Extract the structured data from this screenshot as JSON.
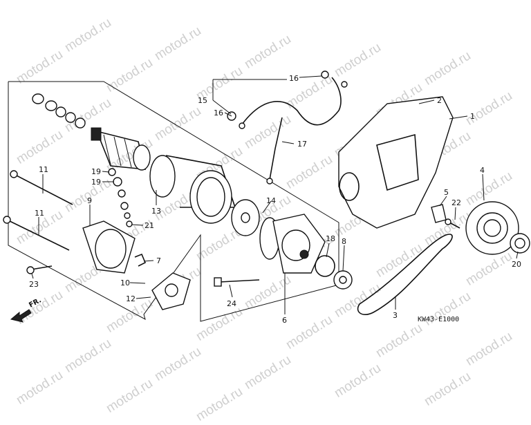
{
  "watermark": "motod.ru",
  "diagram_code": "KW43-E1000",
  "direction_marker": "FR.",
  "callouts": [
    "1",
    "2",
    "3",
    "4",
    "5",
    "6",
    "7",
    "8",
    "9",
    "10",
    "11",
    "11",
    "12",
    "13",
    "14",
    "15",
    "16",
    "16",
    "17",
    "18",
    "19",
    "19",
    "20",
    "21",
    "22",
    "23",
    "24"
  ]
}
